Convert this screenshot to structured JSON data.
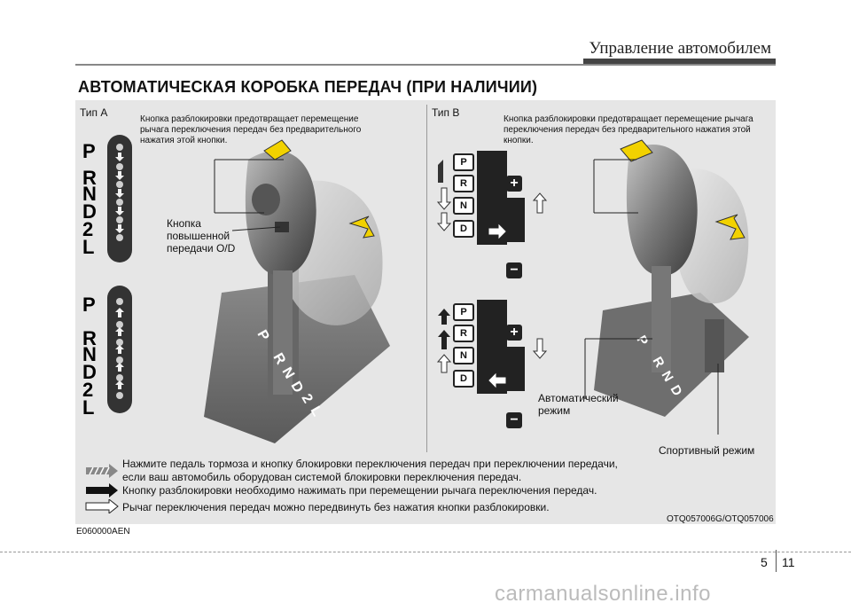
{
  "header": {
    "section": "Управление автомобилем"
  },
  "title": "АВТОМАТИЧЕСКАЯ КОРОБКА ПЕРЕДАЧ (ПРИ НАЛИЧИИ)",
  "typeA": {
    "label": "Тип A",
    "callout_unlock": "Кнопка разблокировки предотвращает перемещение рычага переключения передач без предварительного нажатия этой кнопки.",
    "callout_od_1": "Кнопка",
    "callout_od_2": "повышенной",
    "callout_od_3": "передачи O/D",
    "gears": [
      "P",
      "R",
      "N",
      "D",
      "2",
      "L"
    ],
    "lever_gate": [
      "P",
      "R",
      "N",
      "D",
      "2",
      "L"
    ]
  },
  "typeB": {
    "label": "Тип B",
    "callout_unlock": "Кнопка разблокировки предотвращает перемещение рычага переключения передач без предварительного нажатия этой кнопки.",
    "gears": [
      "P",
      "R",
      "N",
      "D"
    ],
    "plus": "+",
    "minus": "−",
    "auto_mode_1": "Автоматический",
    "auto_mode_2": "режим",
    "sport_mode": "Спортивный режим",
    "lever_gate": [
      "P",
      "R",
      "N",
      "D"
    ]
  },
  "legend": {
    "line1": "Нажмите педаль тормоза и кнопку блокировки переключения передач при переключении передачи,",
    "line2": "если ваш автомобиль оборудован системой блокировки переключения передач.",
    "line3": "Кнопку разблокировки необходимо нажимать при перемещении рычага переключения передач.",
    "line4": "Рычаг переключения передач можно передвинуть без нажатия кнопки разблокировки."
  },
  "code_left": "E060000AEN",
  "code_right": "OTQ057006G/OTQ057006",
  "page": {
    "chapter": "5",
    "number": "11"
  },
  "watermark": "carmanualsonline.info"
}
